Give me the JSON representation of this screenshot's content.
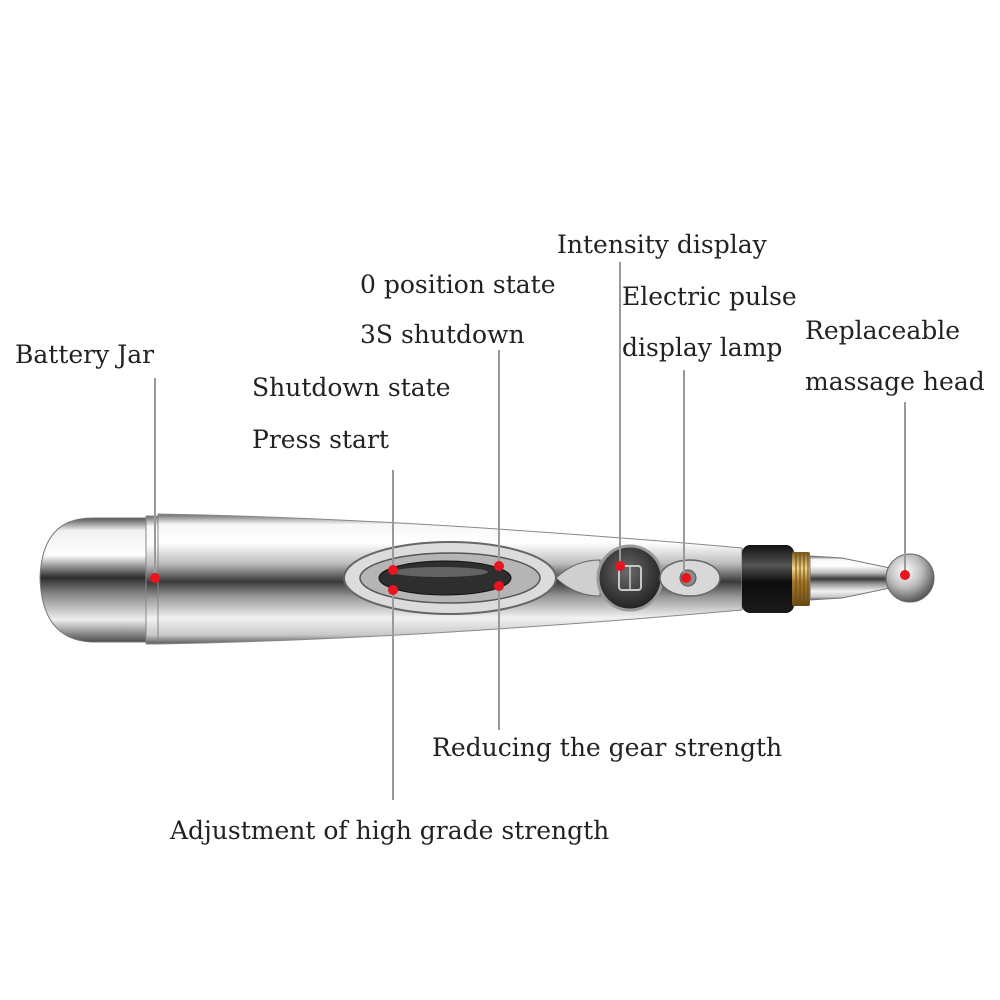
{
  "labels": {
    "battery_jar": "Battery Jar",
    "intensity_display": "Intensity display",
    "zero_position": "0 position state",
    "shutdown_3s": "3S shutdown",
    "electric_pulse_line1": "Electric pulse",
    "electric_pulse_line2": "display lamp",
    "replaceable_line1": "Replaceable",
    "replaceable_line2": "massage head",
    "shutdown_state": "Shutdown state",
    "press_start": "Press start",
    "reducing_gear": "Reducing the gear strength",
    "adjustment_high": "Adjustment of high grade strength"
  },
  "colors": {
    "marker": "#e8141e",
    "leader_line": "#9a9a9a",
    "text": "#222222",
    "chrome_dark": "#2a2a2a",
    "chrome_light": "#f4f4f4",
    "brass": "#c9a14a"
  },
  "icons": {
    "pen_body": "electro-acupuncture-pen",
    "marker": "red-dot-marker"
  }
}
